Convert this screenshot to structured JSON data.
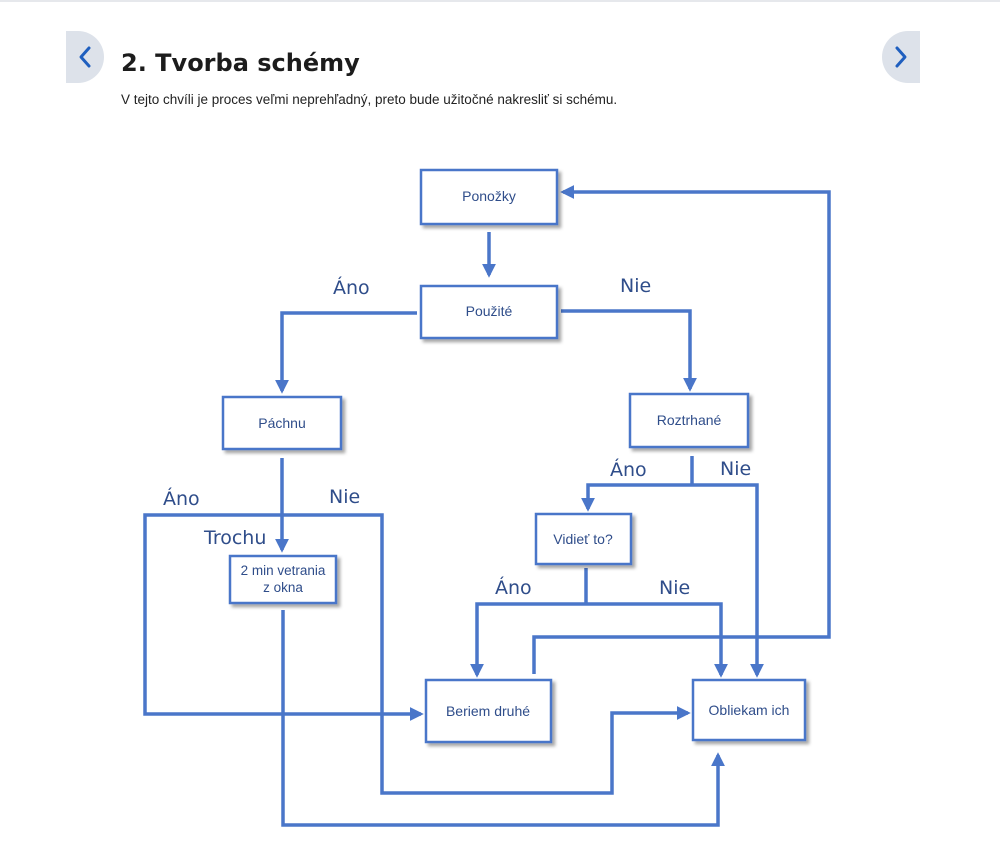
{
  "header": {
    "title": "2. Tvorba schémy",
    "subtitle": "V tejto chvíli je proces veľmi neprehľadný, preto bude užitočné nakresliť si schému."
  },
  "nav": {
    "prev_icon": "chevron-left-icon",
    "next_icon": "chevron-right-icon"
  },
  "colors": {
    "line": "#4a76c9",
    "text": "#2f4d8a",
    "nav_bg": "#dde2ea",
    "nav_icon": "#1f5fbf"
  },
  "diagram": {
    "nodes": {
      "ponozky": "Ponožky",
      "pouzite": "Použité",
      "pachnu": "Páchnu",
      "roztrhane": "Roztrhané",
      "vetranie_line1": "2 min vetrania",
      "vetranie_line2": "z okna",
      "vidiet": "Vidieť to?",
      "beriem": "Beriem druhé",
      "obliekam": "Obliekam ich"
    },
    "edge_labels": {
      "pouzite_ano": "Áno",
      "pouzite_nie": "Nie",
      "pachnu_ano": "Áno",
      "pachnu_nie": "Nie",
      "pachnu_trochu": "Trochu",
      "roztrhane_ano": "Áno",
      "roztrhane_nie": "Nie",
      "vidiet_ano": "Áno",
      "vidiet_nie": "Nie"
    }
  }
}
